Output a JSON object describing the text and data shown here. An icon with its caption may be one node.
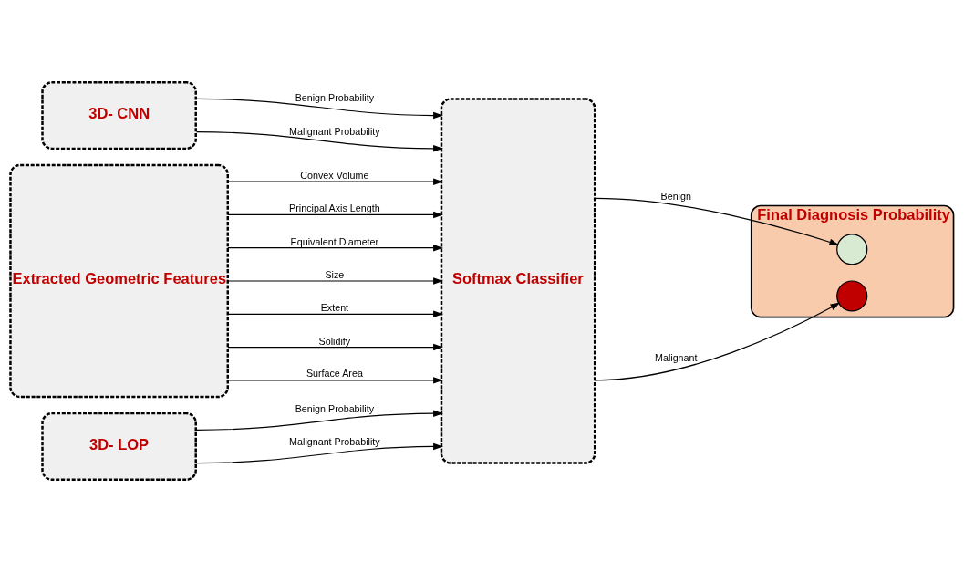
{
  "diagram": {
    "nodes": [
      {
        "text": [
          "3D- CNN"
        ]
      },
      {
        "text": [
          "Extracted Geometric Features"
        ]
      },
      {
        "text": [
          "3D- LOP"
        ]
      },
      {
        "text": [
          "Softmax Classifier"
        ]
      },
      {
        "text": [
          "Final Diagnosis Probability"
        ]
      },
      {
        "text": [],
        "shape": "circle",
        "in": 4
      },
      {
        "text": [],
        "shape": "circle",
        "in": 4
      }
    ],
    "edges": [
      {
        "from": 0,
        "to": 3,
        "arrow": "to",
        "label": "Benign Probability"
      },
      {
        "from": 0,
        "to": 3,
        "arrow": "to",
        "label": "Malignant Probability"
      },
      {
        "from": 1,
        "to": 3,
        "arrow": "to",
        "label": "Convex Volume"
      },
      {
        "from": 1,
        "to": 3,
        "arrow": "to",
        "label": "Principal Axis Length"
      },
      {
        "from": 1,
        "to": 3,
        "arrow": "to",
        "label": "Equivalent Diameter"
      },
      {
        "from": 1,
        "to": 3,
        "arrow": "to",
        "label": "Size"
      },
      {
        "from": 1,
        "to": 3,
        "arrow": "to",
        "label": "Extent"
      },
      {
        "from": 1,
        "to": 3,
        "arrow": "to",
        "label": "Solidify"
      },
      {
        "from": 1,
        "to": 3,
        "arrow": "to",
        "label": "Surface Area"
      },
      {
        "from": 2,
        "to": 3,
        "arrow": "to",
        "label": "Benign Probability"
      },
      {
        "from": 2,
        "to": 3,
        "arrow": "to",
        "label": "Malignant Probability"
      },
      {
        "from": 3,
        "to": 5,
        "arrow": "to",
        "label": "Benign"
      },
      {
        "from": 3,
        "to": 6,
        "arrow": "to",
        "label": "Malignant"
      }
    ]
  }
}
